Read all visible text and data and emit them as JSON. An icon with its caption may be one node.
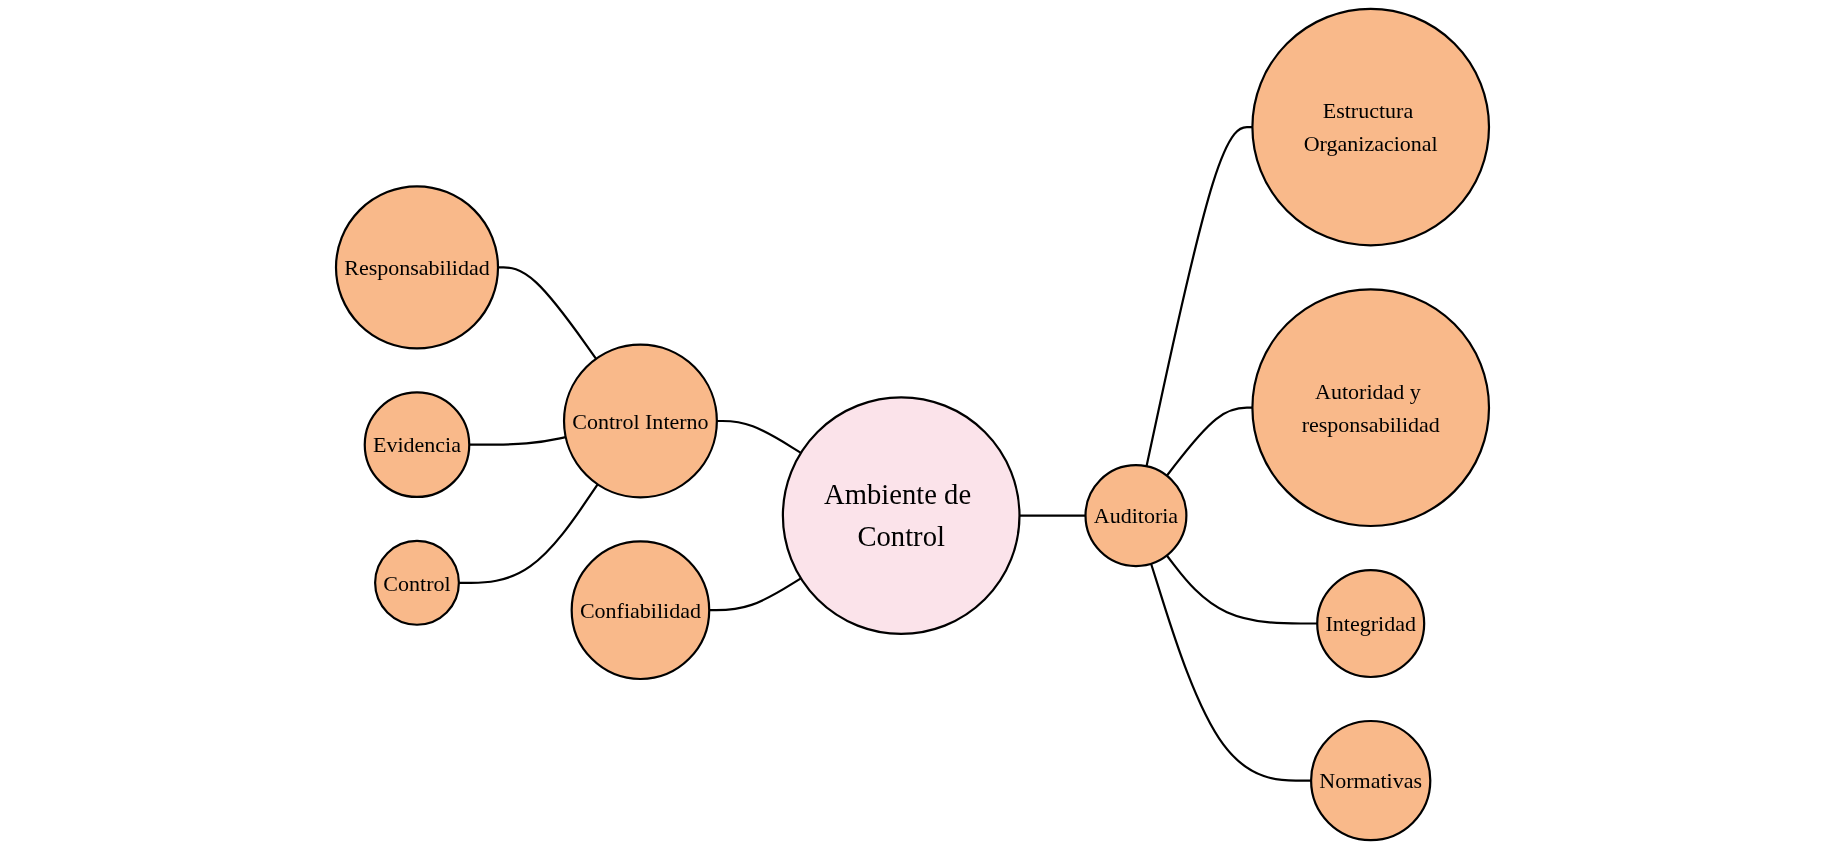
{
  "diagram": {
    "nodes": [
      {
        "text": [
          "Ambiente de Control"
        ]
      },
      {
        "text": [
          "Control Interno"
        ]
      },
      {
        "text": [
          "Responsabilidad"
        ]
      },
      {
        "text": [
          "Evidencia"
        ]
      },
      {
        "text": [
          "Control"
        ]
      },
      {
        "text": [
          "Confiabilidad"
        ]
      },
      {
        "text": [
          "Auditoria"
        ]
      },
      {
        "text": [
          "Estructura Organizacional"
        ]
      },
      {
        "text": [
          "Autoridad y responsabilidad"
        ]
      },
      {
        "text": [
          "Integridad"
        ]
      },
      {
        "text": [
          "Normativas"
        ]
      }
    ],
    "edges": [
      {
        "from": 1,
        "to": 0,
        "arrow": "none"
      },
      {
        "from": 5,
        "to": 0,
        "arrow": "none"
      },
      {
        "from": 0,
        "to": 6,
        "arrow": "none"
      },
      {
        "from": 2,
        "to": 1,
        "arrow": "none"
      },
      {
        "from": 3,
        "to": 1,
        "arrow": "none"
      },
      {
        "from": 4,
        "to": 1,
        "arrow": "none"
      },
      {
        "from": 6,
        "to": 7,
        "arrow": "none"
      },
      {
        "from": 6,
        "to": 8,
        "arrow": "none"
      },
      {
        "from": 6,
        "to": 9,
        "arrow": "none"
      },
      {
        "from": 6,
        "to": 10,
        "arrow": "none"
      }
    ]
  }
}
